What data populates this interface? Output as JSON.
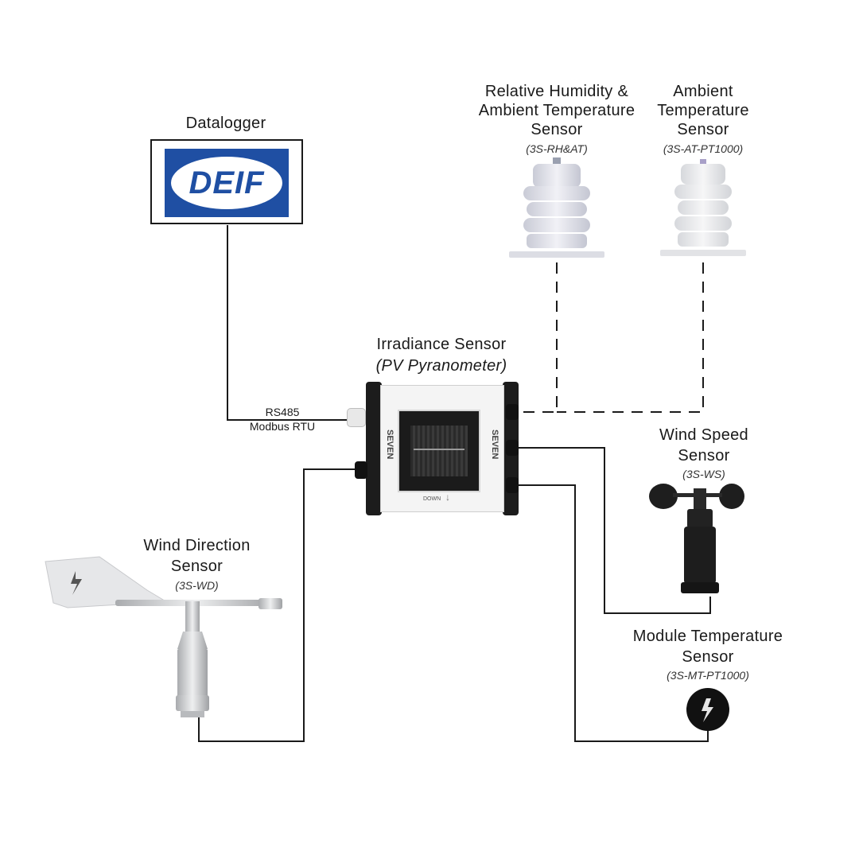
{
  "datalogger": {
    "title": "Datalogger",
    "brand": "DEIF",
    "brand_color": "#1f4fa3"
  },
  "irradiance": {
    "title": "Irradiance Sensor",
    "subtitle": "(PV Pyranometer)",
    "brand": "SEVEN",
    "down_label": "DOWN"
  },
  "rh_sensor": {
    "line1": "Relative Humidity &",
    "line2": "Ambient Temperature",
    "line3": "Sensor",
    "model": "(3S-RH&AT)"
  },
  "at_sensor": {
    "line1": "Ambient",
    "line2": "Temperature",
    "line3": "Sensor",
    "model": "(3S-AT-PT1000)"
  },
  "wind_speed": {
    "line1": "Wind Speed",
    "line2": "Sensor",
    "model": "(3S-WS)"
  },
  "wind_direction": {
    "line1": "Wind Direction",
    "line2": "Sensor",
    "model": "(3S-WD)"
  },
  "module_temp": {
    "line1": "Module Temperature",
    "line2": "Sensor",
    "model": "(3S-MT-PT1000)"
  },
  "connection": {
    "line1": "RS485",
    "line2": "Modbus RTU"
  },
  "colors": {
    "wire": "#1a1a1a",
    "housing": "#f2f2f2",
    "cap": "#1c1c1c"
  }
}
